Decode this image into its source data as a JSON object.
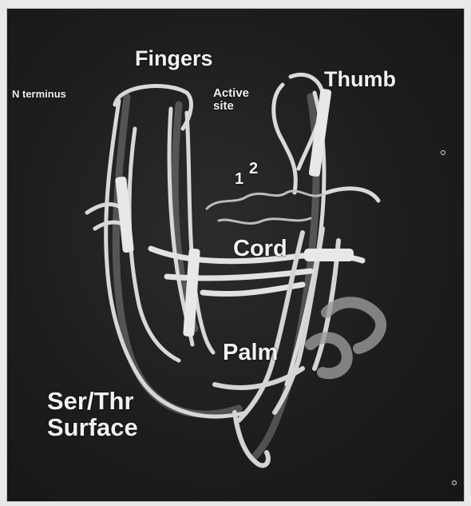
{
  "labels": {
    "fingers": "Fingers",
    "n_terminus": "N terminus",
    "active_site_line1": "Active",
    "active_site_line2": "site",
    "thumb": "Thumb",
    "site_one": "1",
    "site_two": "2",
    "cord": "Cord",
    "palm": "Palm",
    "ser_thr_line1": "Ser/Thr",
    "ser_thr_line2": "Surface"
  },
  "colors": {
    "background": "#1d1d1d",
    "ribbon": "#d9d9d9",
    "ribbon_shadow": "#8a8a8a"
  }
}
